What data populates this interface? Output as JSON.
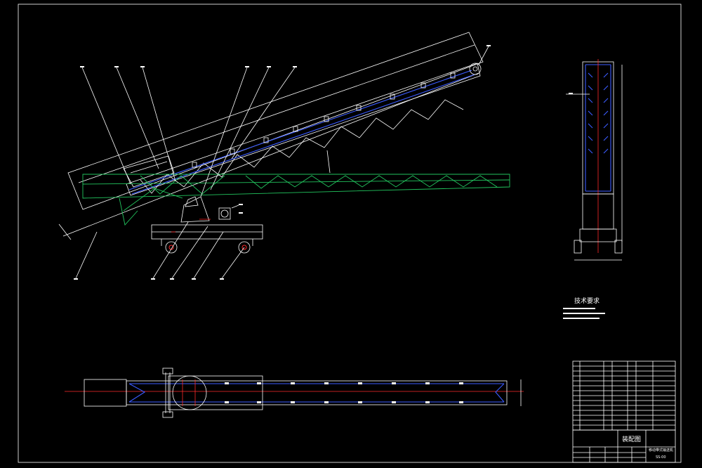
{
  "drawing": {
    "title": "Assembly drawing of mobile belt conveyor",
    "tech_requirements_title": "技术要求",
    "title_block_name": "装配图",
    "title_block_sub": "移动带式输送机",
    "title_block_code": "SS-00"
  },
  "colors": {
    "frame": "#ffffff",
    "boom_lowered": "#22c55e",
    "belt": "#3b5bff",
    "center_line": "#ff2a2a"
  }
}
